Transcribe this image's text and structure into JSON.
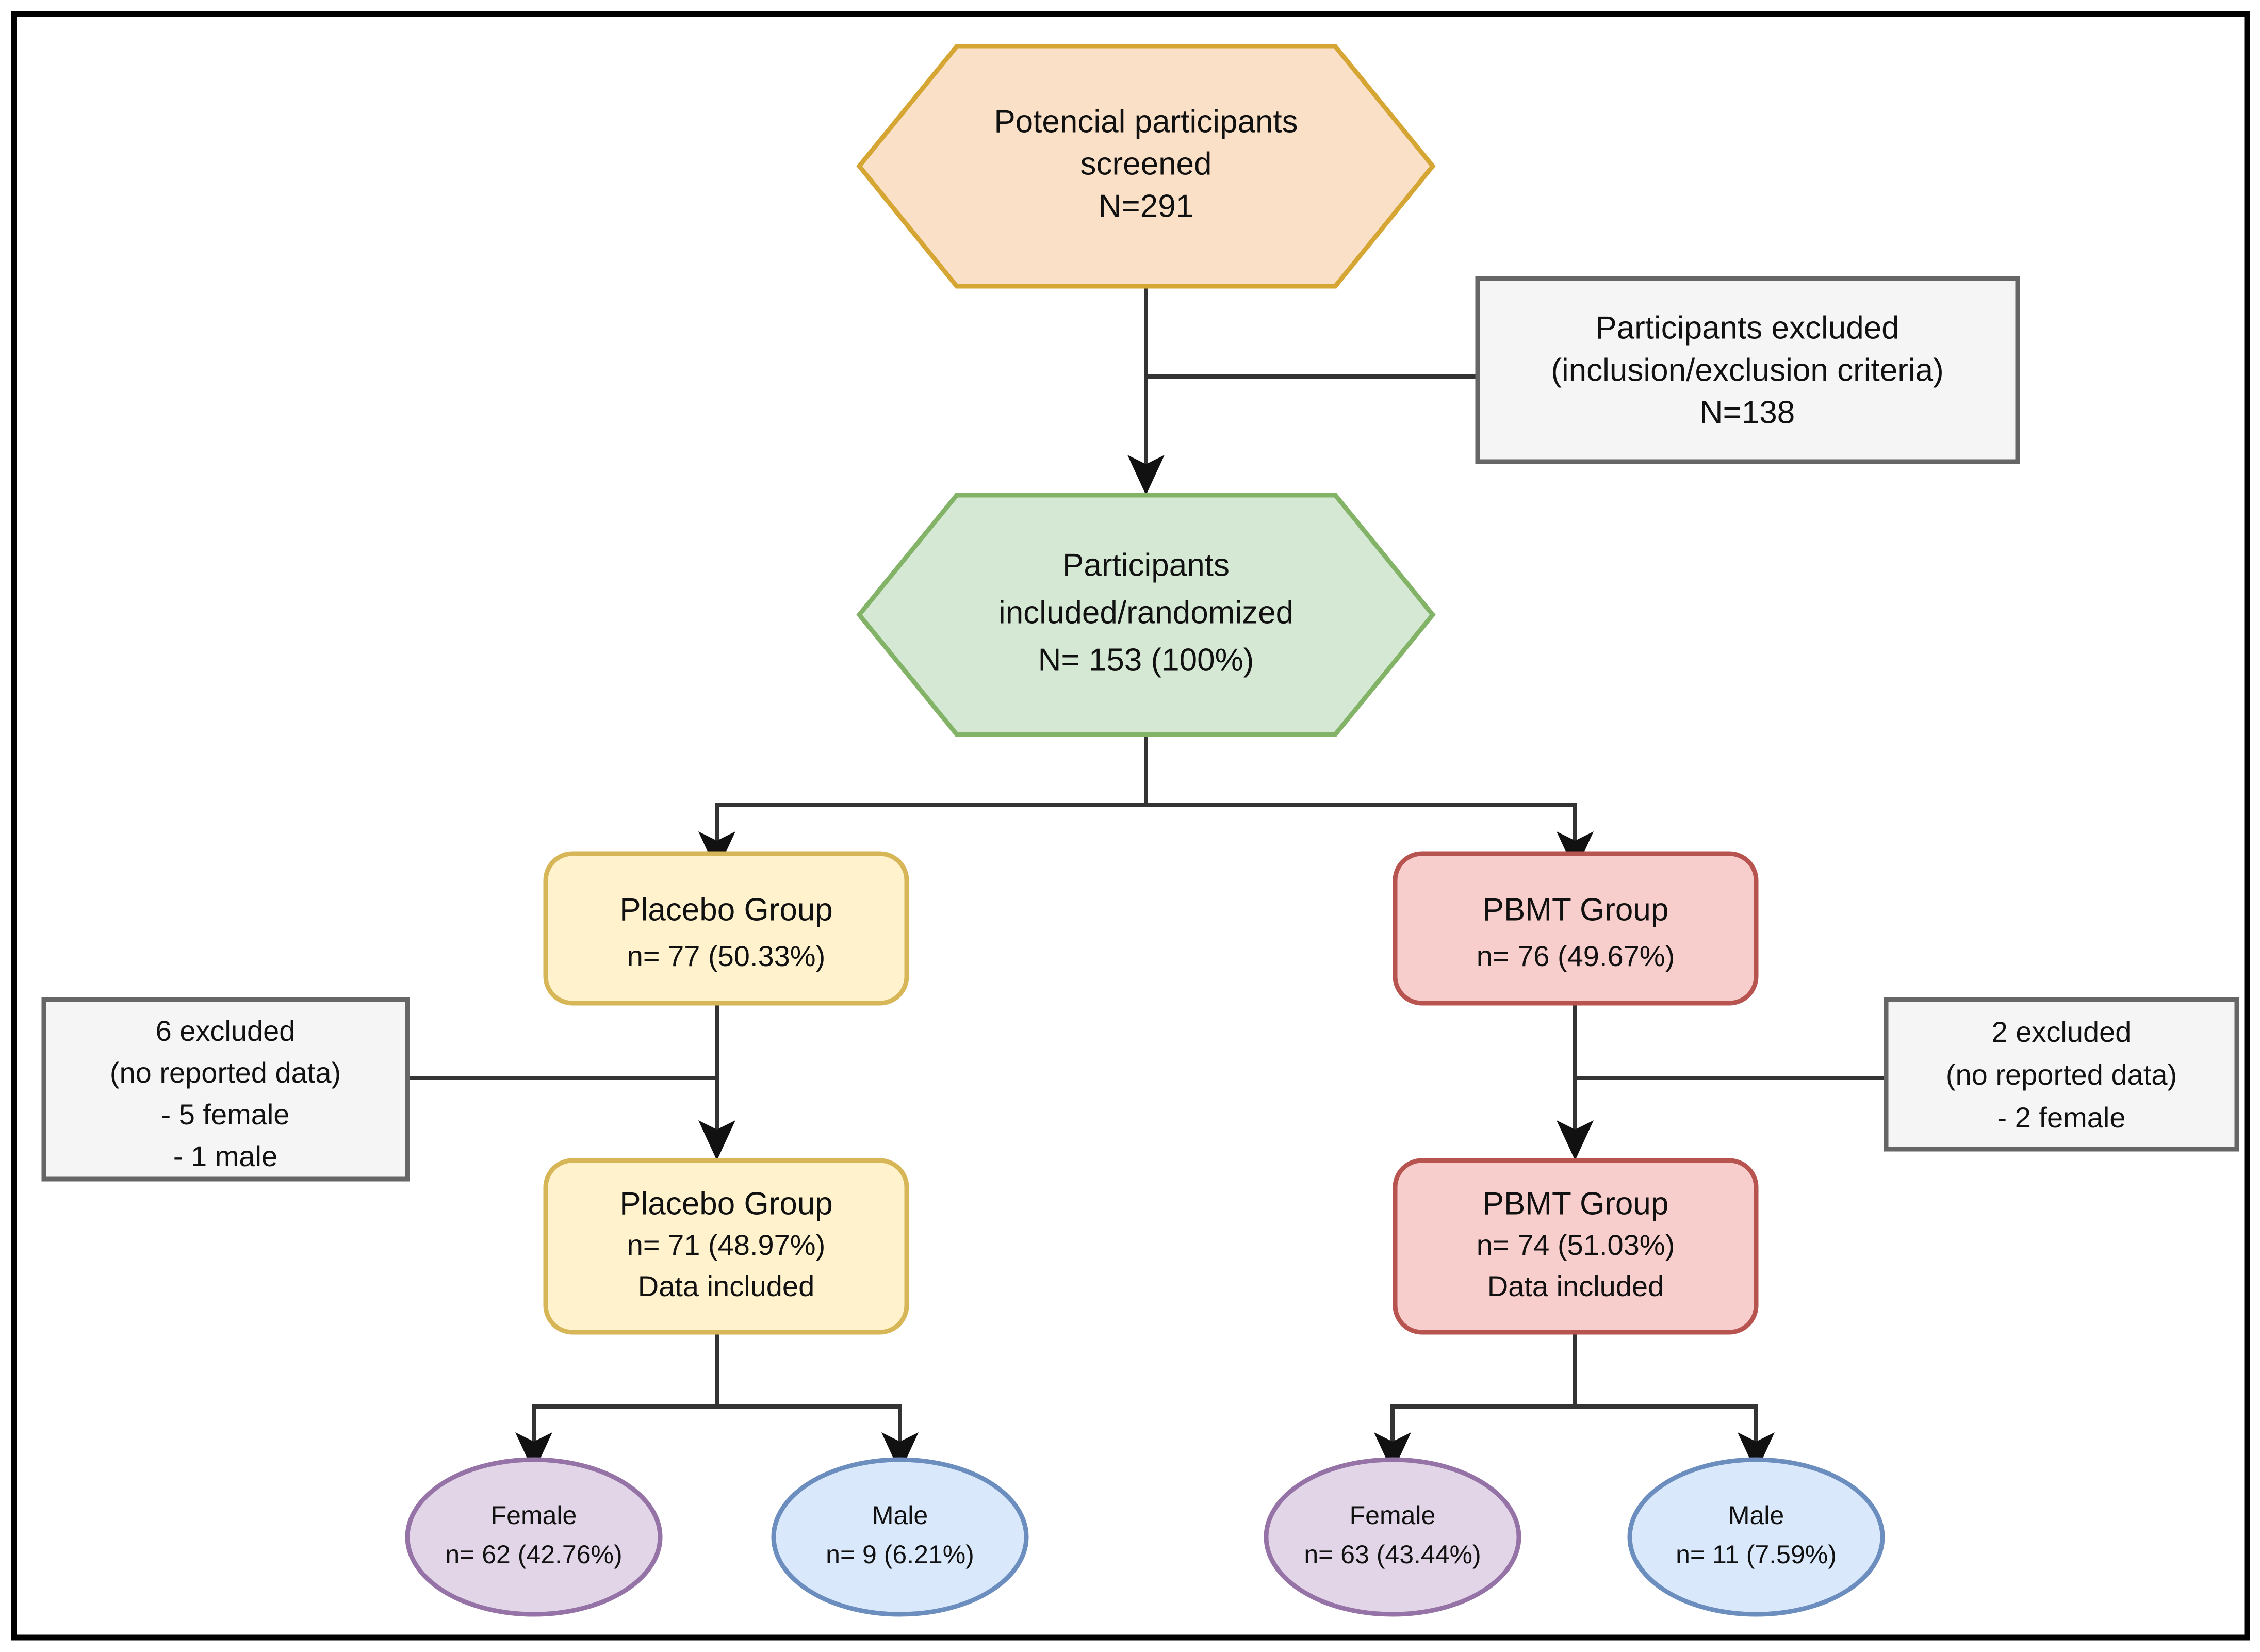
{
  "figure": {
    "type": "flow-diagram",
    "title": "CONSORT participant flow diagram",
    "frame_color": "#000000",
    "background": "#ffffff"
  },
  "palette": {
    "orange_fill": "#fbe0c8",
    "orange_stroke": "#d6a634",
    "green_fill": "#d5e8d4",
    "green_stroke": "#82b366",
    "yellow_fill": "#fff2cc",
    "yellow_stroke": "#d6b656",
    "red_fill": "#f8cecc",
    "red_stroke": "#b85450",
    "purple_fill": "#e1d5e7",
    "purple_stroke": "#9673a6",
    "blue_fill": "#dae8fc",
    "blue_stroke": "#6c8ebf",
    "gray_fill": "#f5f5f5",
    "gray_stroke": "#666666",
    "connector": "#333333"
  },
  "nodes": {
    "screened": {
      "shape": "hexagon",
      "lines": [
        "Potencial participants",
        "screened",
        "N=291"
      ],
      "fill": "#fbe0c8",
      "stroke": "#d6a634"
    },
    "excluded_screening": {
      "shape": "rectangle",
      "lines": [
        "Participants excluded",
        "(inclusion/exclusion criteria)",
        "N=138"
      ],
      "fill": "#f5f5f5",
      "stroke": "#666666"
    },
    "randomized": {
      "shape": "hexagon",
      "lines": [
        "Participants",
        "included/randomized",
        "N= 153 (100%)"
      ],
      "fill": "#d5e8d4",
      "stroke": "#82b366"
    },
    "placebo_group": {
      "shape": "rounded-rect",
      "lines": [
        "Placebo Group",
        "n= 77 (50.33%)"
      ],
      "fill": "#fff2cc",
      "stroke": "#d6b656"
    },
    "pbmt_group": {
      "shape": "rounded-rect",
      "lines": [
        "PBMT Group",
        "n= 76 (49.67%)"
      ],
      "fill": "#f8cecc",
      "stroke": "#b85450"
    },
    "placebo_excluded": {
      "shape": "rectangle",
      "lines": [
        "6 excluded",
        "(no reported data)",
        "- 5 female",
        "- 1 male"
      ],
      "fill": "#f5f5f5",
      "stroke": "#666666"
    },
    "pbmt_excluded": {
      "shape": "rectangle",
      "lines": [
        "2 excluded",
        "(no reported data)",
        "- 2 female"
      ],
      "fill": "#f5f5f5",
      "stroke": "#666666"
    },
    "placebo_included": {
      "shape": "rounded-rect",
      "lines": [
        "Placebo Group",
        "n= 71 (48.97%)",
        "Data included"
      ],
      "fill": "#fff2cc",
      "stroke": "#d6b656"
    },
    "pbmt_included": {
      "shape": "rounded-rect",
      "lines": [
        "PBMT Group",
        "n= 74 (51.03%)",
        "Data included"
      ],
      "fill": "#f8cecc",
      "stroke": "#b85450"
    },
    "placebo_female": {
      "shape": "ellipse",
      "lines": [
        "Female",
        "n= 62 (42.76%)"
      ],
      "fill": "#e1d5e7",
      "stroke": "#9673a6"
    },
    "placebo_male": {
      "shape": "ellipse",
      "lines": [
        "Male",
        "n= 9 (6.21%)"
      ],
      "fill": "#dae8fc",
      "stroke": "#6c8ebf"
    },
    "pbmt_female": {
      "shape": "ellipse",
      "lines": [
        "Female",
        "n= 63 (43.44%)"
      ],
      "fill": "#e1d5e7",
      "stroke": "#9673a6"
    },
    "pbmt_male": {
      "shape": "ellipse",
      "lines": [
        "Male",
        "n= 11 (7.59%)"
      ],
      "fill": "#dae8fc",
      "stroke": "#6c8ebf"
    }
  },
  "chart_data": {
    "type": "flow",
    "title": "CONSORT participant flow diagram",
    "stages": [
      {
        "id": "screened",
        "label": "Potencial participants screened",
        "n": 291,
        "percent": null
      },
      {
        "id": "excluded_screening",
        "label": "Participants excluded (inclusion/exclusion criteria)",
        "n": 138,
        "percent": null
      },
      {
        "id": "randomized",
        "label": "Participants included/randomized",
        "n": 153,
        "percent": 100
      },
      {
        "id": "placebo_group",
        "label": "Placebo Group",
        "n": 77,
        "percent": 50.33
      },
      {
        "id": "pbmt_group",
        "label": "PBMT Group",
        "n": 76,
        "percent": 49.67
      },
      {
        "id": "placebo_excluded",
        "label": "6 excluded (no reported data)",
        "n": 6,
        "female": 5,
        "male": 1
      },
      {
        "id": "pbmt_excluded",
        "label": "2 excluded (no reported data)",
        "n": 2,
        "female": 2,
        "male": 0
      },
      {
        "id": "placebo_included",
        "label": "Placebo Group Data included",
        "n": 71,
        "percent": 48.97
      },
      {
        "id": "pbmt_included",
        "label": "PBMT Group Data included",
        "n": 74,
        "percent": 51.03
      },
      {
        "id": "placebo_female",
        "label": "Female",
        "n": 62,
        "percent": 42.76
      },
      {
        "id": "placebo_male",
        "label": "Male",
        "n": 9,
        "percent": 6.21
      },
      {
        "id": "pbmt_female",
        "label": "Female",
        "n": 63,
        "percent": 43.44
      },
      {
        "id": "pbmt_male",
        "label": "Male",
        "n": 11,
        "percent": 7.59
      }
    ],
    "edges": [
      {
        "from": "screened",
        "to": "randomized",
        "arrow": true
      },
      {
        "from": "screened",
        "to": "excluded_screening",
        "arrow": false
      },
      {
        "from": "randomized",
        "to": "placebo_group",
        "arrow": true
      },
      {
        "from": "randomized",
        "to": "pbmt_group",
        "arrow": true
      },
      {
        "from": "placebo_group",
        "to": "placebo_included",
        "arrow": true
      },
      {
        "from": "placebo_group",
        "to": "placebo_excluded",
        "arrow": false
      },
      {
        "from": "pbmt_group",
        "to": "pbmt_included",
        "arrow": true
      },
      {
        "from": "pbmt_group",
        "to": "pbmt_excluded",
        "arrow": false
      },
      {
        "from": "placebo_included",
        "to": "placebo_female",
        "arrow": true
      },
      {
        "from": "placebo_included",
        "to": "placebo_male",
        "arrow": true
      },
      {
        "from": "pbmt_included",
        "to": "pbmt_female",
        "arrow": true
      },
      {
        "from": "pbmt_included",
        "to": "pbmt_male",
        "arrow": true
      }
    ]
  }
}
